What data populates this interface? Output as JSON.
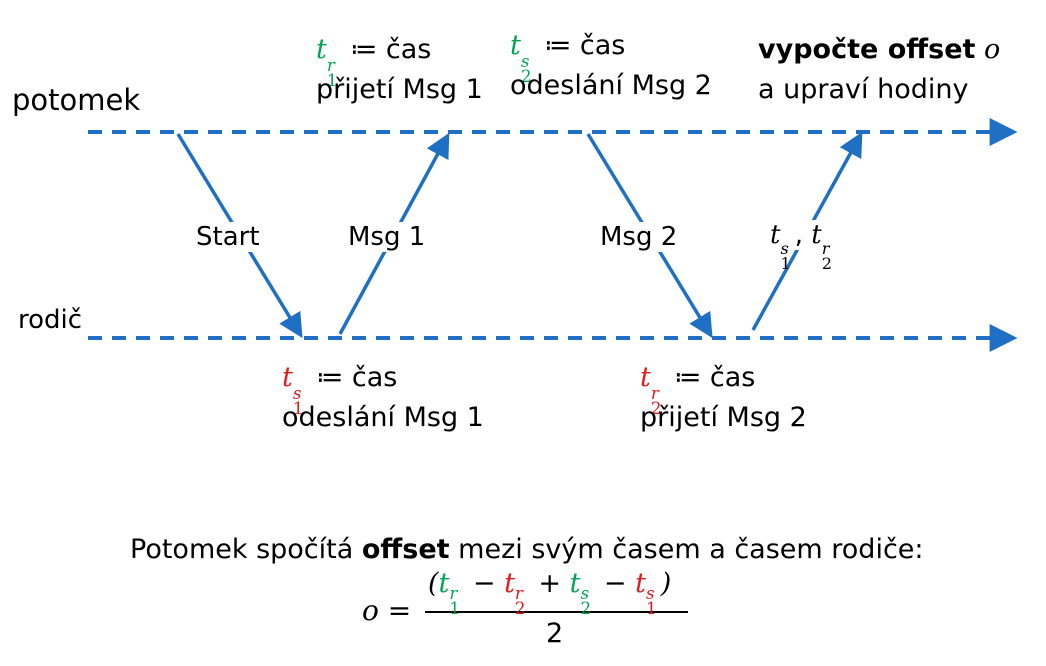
{
  "timelines": {
    "child_label": "potomek",
    "parent_label": "rodič"
  },
  "messages": {
    "start": "Start",
    "msg1": "Msg 1",
    "msg2": "Msg 2",
    "times": ", "
  },
  "top_labels": {
    "t1r_assign": "≔ čas",
    "t1r_desc": "přijetí Msg 1",
    "t2s_assign": "≔ čas",
    "t2s_desc": "odeslání Msg 2",
    "compute_bold": "vypočte offset",
    "compute_var": "o",
    "compute_desc": "a upraví hodiny"
  },
  "bottom_labels": {
    "t1s_assign": "≔ čas",
    "t1s_desc": "odeslání Msg 1",
    "t2r_assign": "≔ čas",
    "t2r_desc": "přijetí Msg 2"
  },
  "summary": {
    "prefix": "Potomek spočítá ",
    "bold": "offset",
    "suffix": " mezi svým časem a časem rodiče:",
    "formula_lhs": "o =",
    "formula_denominator": "2"
  },
  "symbols": {
    "t": "t",
    "r": "r",
    "s": "s",
    "one": "1",
    "two": "2"
  },
  "colors": {
    "arrow": "#1f6fc5",
    "green": "#00a651",
    "red": "#e41a1c"
  }
}
